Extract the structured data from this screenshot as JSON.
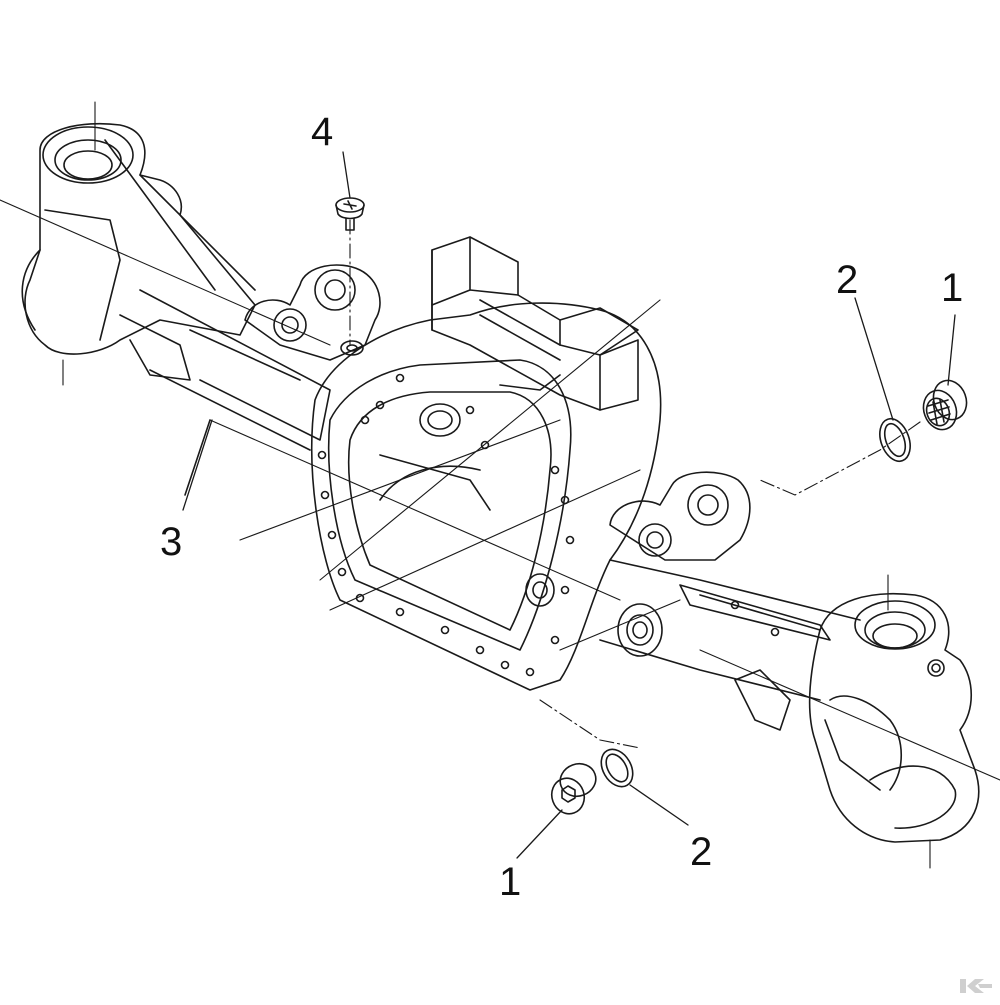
{
  "colors": {
    "line": "#1a1a1a",
    "background": "#ffffff",
    "logo": "#cfcfcf"
  },
  "callouts": {
    "part_4": "4",
    "part_2_upper": "2",
    "part_1_upper": "1",
    "part_3": "3",
    "part_1_lower": "1",
    "part_2_lower": "2"
  },
  "icons": {
    "logo": "k-brand-logo"
  }
}
